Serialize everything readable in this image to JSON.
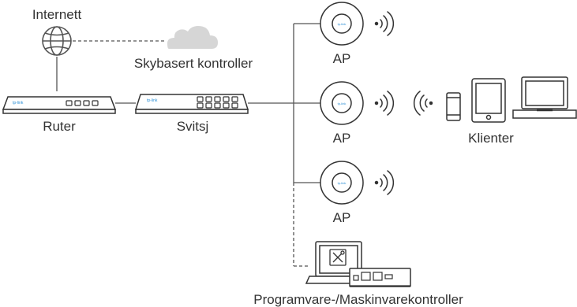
{
  "labels": {
    "internet": "Internett",
    "cloud_controller": "Skybasert kontroller",
    "router": "Ruter",
    "switch": "Svitsj",
    "ap": "AP",
    "clients": "Klienter",
    "hw_sw_controller": "Programvare-/Maskinvarekontroller"
  },
  "brand_text": "tp-link",
  "colors": {
    "stroke": "#333333",
    "line": "#555555",
    "cloud": "#d6d6d6",
    "internet_globe": "#555555",
    "brand": "#2a8fd6"
  },
  "icons": [
    "globe-icon",
    "cloud-icon",
    "router-icon",
    "switch-icon",
    "access-point-icon",
    "wifi-waves-icon",
    "phone-icon",
    "tablet-icon",
    "laptop-icon",
    "controller-icon"
  ]
}
